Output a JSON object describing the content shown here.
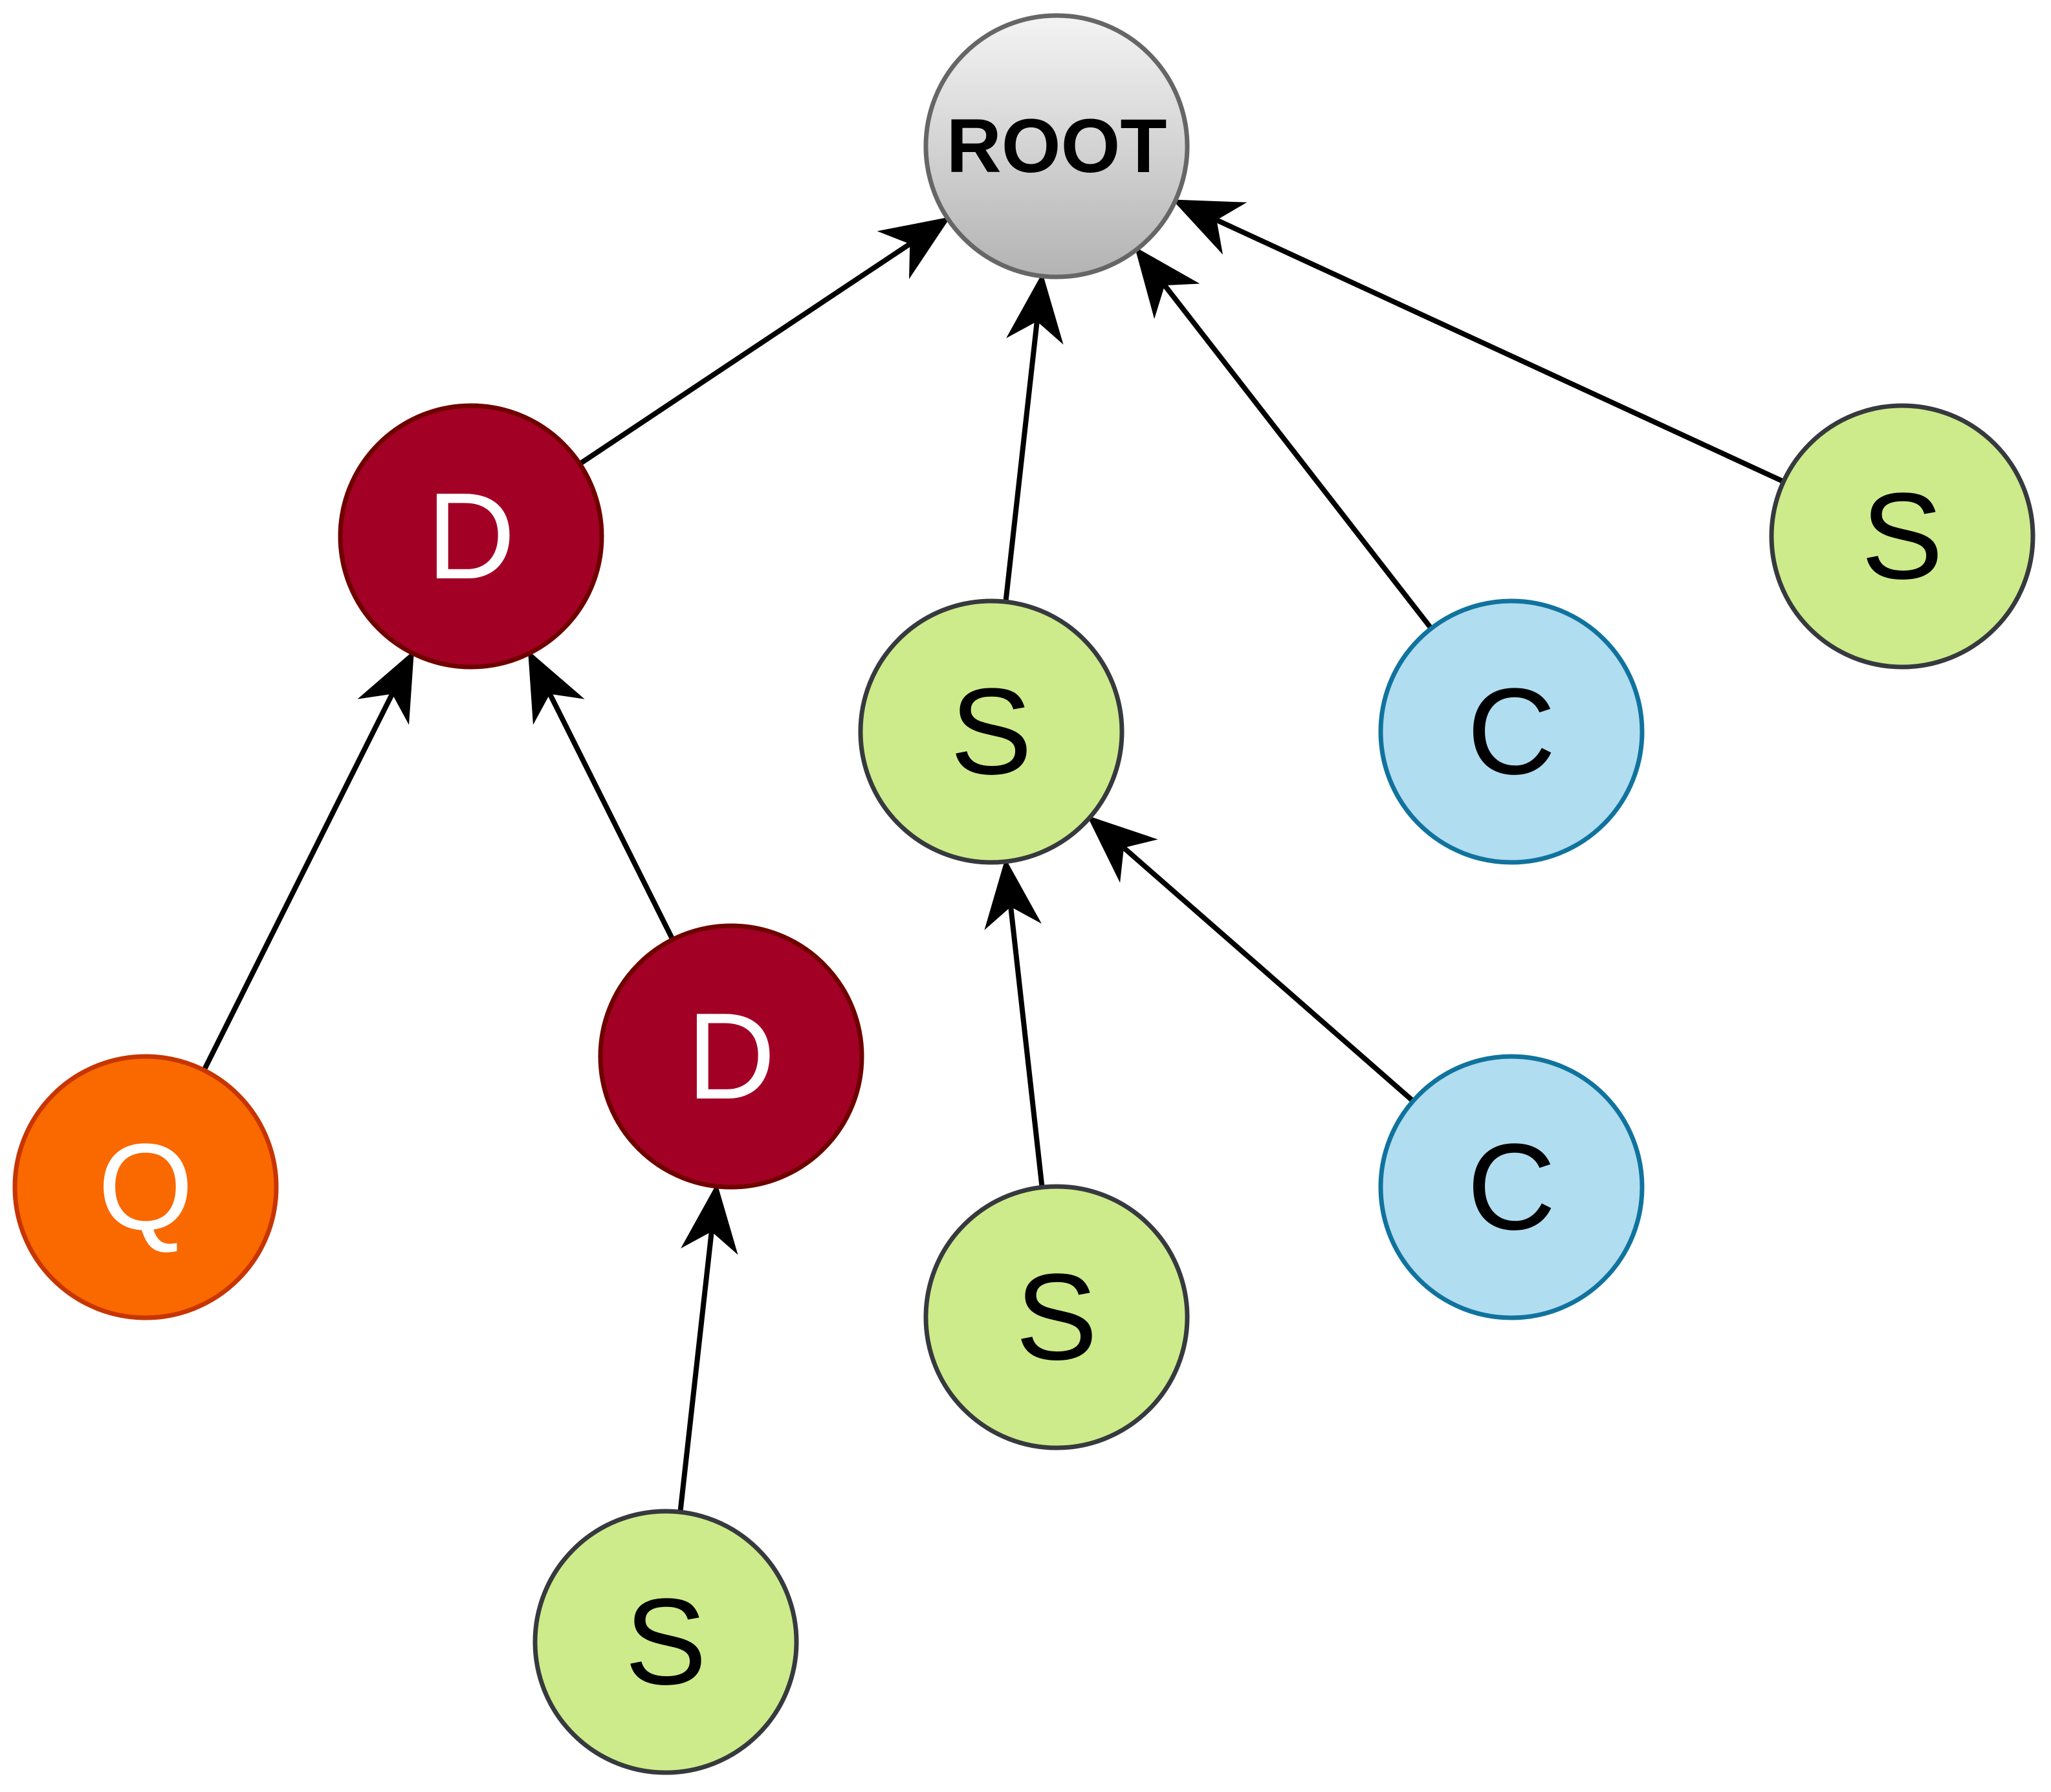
{
  "colors": {
    "root_fill_top": "#f4f4f4",
    "root_fill_bottom": "#b3b3b3",
    "root_stroke": "#666666",
    "D_fill": "#a20025",
    "D_stroke": "#6f0000",
    "Q_fill": "#fa6800",
    "Q_stroke": "#c73500",
    "S_fill": "#cdeb8b",
    "S_stroke": "#36393d",
    "C_fill": "#b1ddf0",
    "C_stroke": "#10739e",
    "edge": "#000000"
  },
  "nodes": [
    {
      "id": "root",
      "label": "ROOT",
      "kind": "root"
    },
    {
      "id": "d1",
      "label": "D",
      "kind": "D"
    },
    {
      "id": "s1",
      "label": "S",
      "kind": "S"
    },
    {
      "id": "c1",
      "label": "C",
      "kind": "C"
    },
    {
      "id": "s2",
      "label": "S",
      "kind": "S"
    },
    {
      "id": "q1",
      "label": "Q",
      "kind": "Q"
    },
    {
      "id": "d2",
      "label": "D",
      "kind": "D"
    },
    {
      "id": "s3",
      "label": "S",
      "kind": "S"
    },
    {
      "id": "c2",
      "label": "C",
      "kind": "C"
    },
    {
      "id": "s4",
      "label": "S",
      "kind": "S"
    }
  ],
  "edges": [
    {
      "from": "d1",
      "to": "root"
    },
    {
      "from": "s1",
      "to": "root"
    },
    {
      "from": "c1",
      "to": "root"
    },
    {
      "from": "s2",
      "to": "root"
    },
    {
      "from": "q1",
      "to": "d1"
    },
    {
      "from": "d2",
      "to": "d1"
    },
    {
      "from": "s3",
      "to": "s1"
    },
    {
      "from": "c2",
      "to": "s1"
    },
    {
      "from": "s4",
      "to": "d2"
    }
  ]
}
